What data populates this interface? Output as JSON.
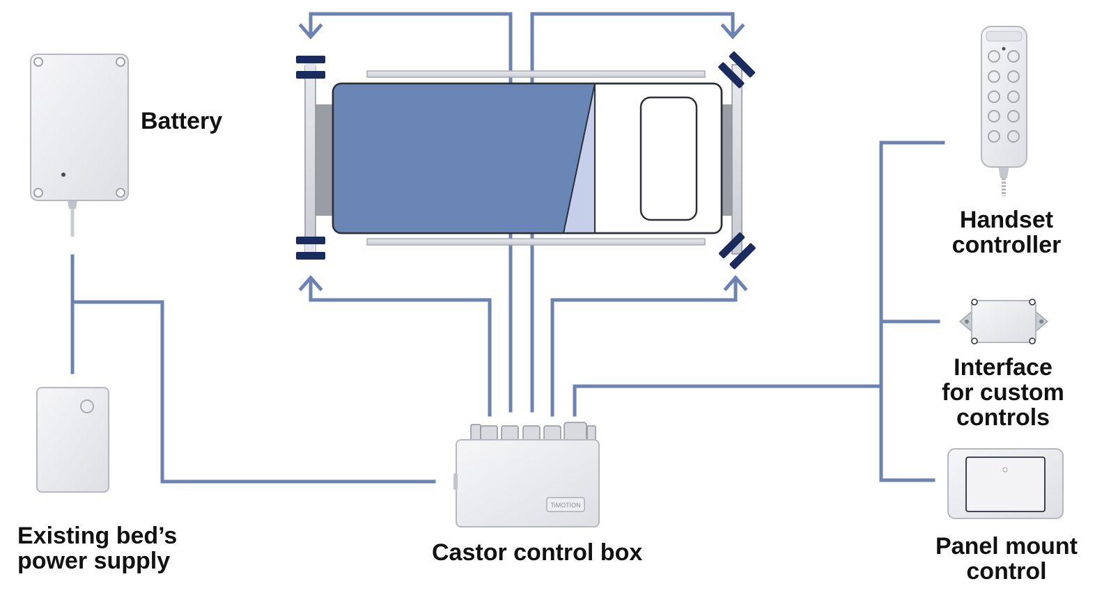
{
  "labels": {
    "battery": "Battery",
    "power_supply": [
      "Existing bed’s",
      "power supply"
    ],
    "castor_box": "Castor control box",
    "handset": [
      "Handset",
      "controller"
    ],
    "interface": [
      "Interface",
      "for custom",
      "controls"
    ],
    "panel": [
      "Panel mount",
      "control"
    ]
  },
  "device_badge": "TiMOTION",
  "colors": {
    "connector": "#6b82b3",
    "mattress": "#6a86b6",
    "mattress_light": "#c5cfea",
    "castor": "#1a2b5e",
    "device": "#efeff2",
    "device_stroke": "#b9bcc4"
  }
}
